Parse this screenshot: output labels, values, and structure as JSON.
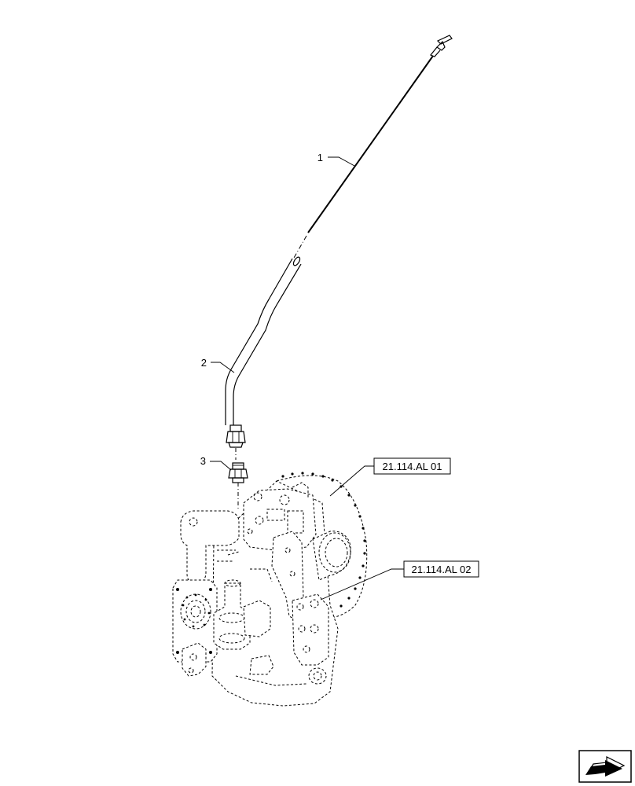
{
  "callouts": [
    {
      "number": "1"
    },
    {
      "number": "2"
    },
    {
      "number": "3"
    }
  ],
  "references": [
    {
      "label": "21.114.AL 01"
    },
    {
      "label": "21.114.AL 02"
    }
  ],
  "icons": {
    "navigation": "forward-arrow-icon"
  }
}
